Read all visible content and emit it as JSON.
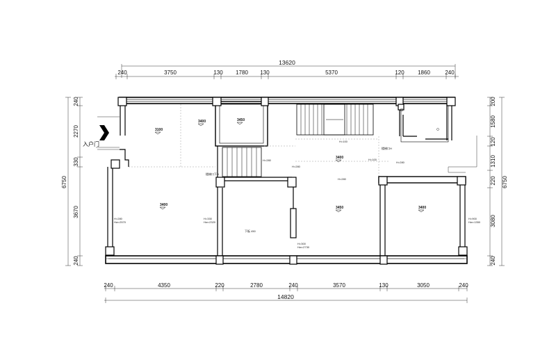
{
  "dimensions": {
    "top_total": "13620",
    "top_segments": [
      "240",
      "3750",
      "130",
      "1780",
      "130",
      "5370",
      "120",
      "1860",
      "240"
    ],
    "bottom_total": "14820",
    "bottom_segments": [
      "240",
      "4350",
      "220",
      "2780",
      "240",
      "3570",
      "130",
      "3050",
      "240"
    ],
    "left_total": "6750",
    "left_segments": [
      "240",
      "2270",
      "330",
      "3670",
      "240"
    ],
    "right_total": "6750",
    "right_segments": [
      "200",
      "1580",
      "120",
      "1310",
      "220",
      "3080",
      "240"
    ]
  },
  "elevations": [
    "3100",
    "3400",
    "3450",
    "3400",
    "3400",
    "3450",
    "3400"
  ],
  "ceiling_notes": [
    "H=100",
    "H=100",
    "H=280",
    "H=280",
    "H=280",
    "H=280",
    "H=280 Hw=2570",
    "H=330 Hw=2320",
    "H=300 Hw=2730",
    "H=900 Hw=1350"
  ],
  "small_notes": [
    "楼梯口下H",
    "楼梯口H",
    "下板 450"
  ],
  "entry_label": "入户门"
}
